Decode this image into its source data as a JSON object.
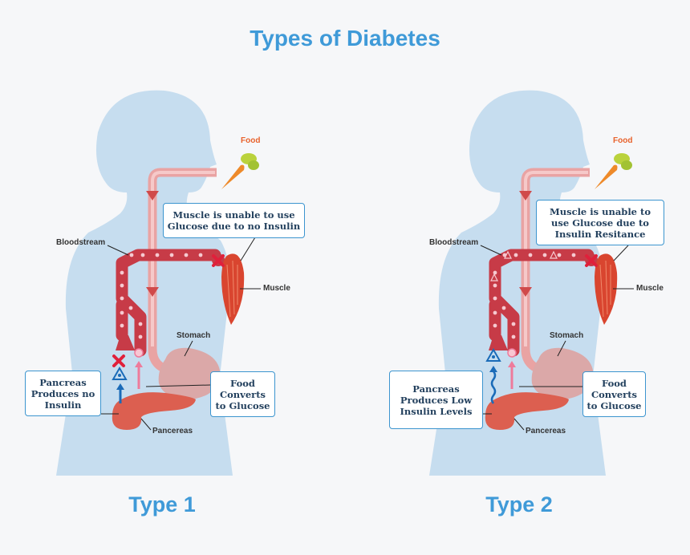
{
  "title": "Types of Diabetes",
  "diagrams": [
    {
      "type_label": "Type 1",
      "labels": {
        "food": "Food",
        "bloodstream": "Bloodstream",
        "muscle": "Muscle",
        "stomach": "Stomach",
        "pancreas": "Pancereas"
      },
      "muscle_box": "Muscle is unable to use Glucose due to no Insulin",
      "pancreas_box": "Pancreas Produces no Insulin",
      "food_box": "Food Converts to Glucose"
    },
    {
      "type_label": "Type 2",
      "labels": {
        "food": "Food",
        "bloodstream": "Bloodstream",
        "muscle": "Muscle",
        "stomach": "Stomach",
        "pancreas": "Pancereas"
      },
      "muscle_box": "Muscle is unable to use Glucose due to Insulin Resitance",
      "pancreas_box": "Pancreas Produces Low Insulin Levels",
      "food_box": "Food Converts to Glucose"
    }
  ],
  "colors": {
    "title": "#3f9ad8",
    "silhouette": "#c6ddef",
    "vessel": "#c73b47",
    "blood_cell": "#f6c9d0",
    "food_tube": "#e9a3a3",
    "stomach": "#dba8a8",
    "pancreas": "#dc5f50",
    "muscle": "#d9452f",
    "insulin": "#1a6bb8",
    "glucose": "#ee7b9b",
    "blocked": "#e0203b",
    "box_border": "#3c95cf"
  }
}
